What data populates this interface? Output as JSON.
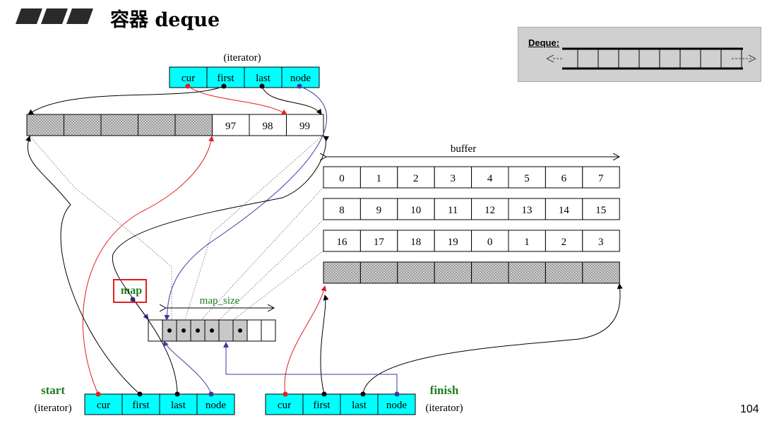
{
  "header": {
    "title": "容器 deque",
    "page_number": "104"
  },
  "small_deque": {
    "label": "Deque:"
  },
  "labels": {
    "buffer": "buffer",
    "map": "map",
    "map_size": "map_size",
    "start": "start",
    "finish": "finish",
    "iterator": "(iterator)"
  },
  "iterator_fields": [
    "cur",
    "first",
    "last",
    "node"
  ],
  "first_buffer_values": [
    "",
    "",
    "",
    "",
    "",
    "97",
    "98",
    "99"
  ],
  "buffer_rows": [
    [
      "0",
      "1",
      "2",
      "3",
      "4",
      "5",
      "6",
      "7"
    ],
    [
      "8",
      "9",
      "10",
      "11",
      "12",
      "13",
      "14",
      "15"
    ],
    [
      "16",
      "17",
      "18",
      "19",
      "0",
      "1",
      "2",
      "3"
    ],
    [
      "",
      "",
      "",
      "",
      "",
      "",
      "",
      ""
    ]
  ],
  "colors": {
    "iterator_fill": "#00ffff",
    "pointer_red": "#e0201f",
    "pointer_blue": "#3a3aa0",
    "label_green": "#1e7d1e",
    "map_used": "#c8c8c8"
  }
}
